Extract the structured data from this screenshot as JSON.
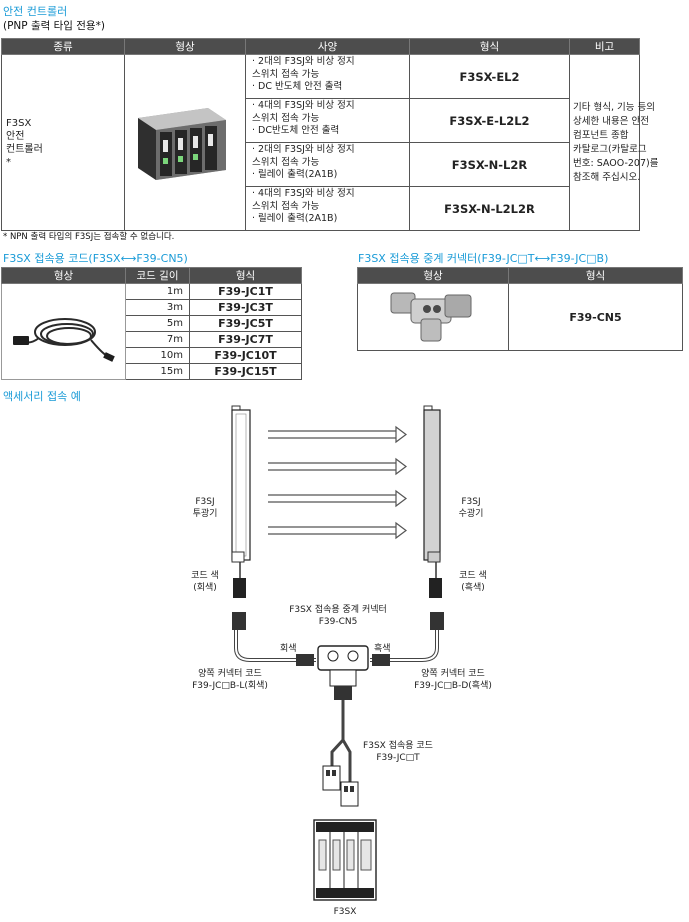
{
  "section1": {
    "title": "안전 컨트롤러",
    "subtitle": "(PNP 출력 타입 전용*)",
    "headers": [
      "종류",
      "형상",
      "사양",
      "형식",
      "비고"
    ],
    "type_lines": [
      "F3SX",
      "안전",
      "컨트롤러",
      "*"
    ],
    "rows": [
      {
        "spec": [
          "· 2대의 F3SJ와 비상 정지",
          "  스위치 접속 가능",
          "· DC 반도체 안전 출력"
        ],
        "model": "F3SX-EL2"
      },
      {
        "spec": [
          "· 4대의 F3SJ와 비상 정지",
          "  스위치 접속 가능",
          "· DC반도체 안전 출력"
        ],
        "model": "F3SX-E-L2L2"
      },
      {
        "spec": [
          "· 2대의 F3SJ와 비상 정지",
          "  스위치 접속 가능",
          "· 릴레이 출력(2A1B)"
        ],
        "model": "F3SX-N-L2R"
      },
      {
        "spec": [
          "· 4대의 F3SJ와 비상 정지",
          "  스위치 접속 가능",
          "· 릴레이 출력(2A1B)"
        ],
        "model": "F3SX-N-L2L2R"
      }
    ],
    "remark_lines": [
      "기타 형식, 기능 등의",
      "상세한 내용은 안전",
      "컴포넌트 종합",
      "카탈로그(카탈로그",
      "번호: SAOO-207)를",
      "참조해 주십시오."
    ],
    "footnote": "* NPN 출력 타입의 F3SJ는 접속할 수 없습니다."
  },
  "section2": {
    "title": "F3SX 접속용 코드(F3SX⟷F39-CN5)",
    "headers": [
      "형상",
      "코드 길이",
      "형식"
    ],
    "rows": [
      {
        "length": "1m",
        "model": "F39-JC1T"
      },
      {
        "length": "3m",
        "model": "F39-JC3T"
      },
      {
        "length": "5m",
        "model": "F39-JC5T"
      },
      {
        "length": "7m",
        "model": "F39-JC7T"
      },
      {
        "length": "10m",
        "model": "F39-JC10T"
      },
      {
        "length": "15m",
        "model": "F39-JC15T"
      }
    ]
  },
  "section3": {
    "title": "F3SX 접속용 중계 커넥터(F39-JC□T⟷F39-JC□B)",
    "headers": [
      "형상",
      "형식"
    ],
    "model": "F39-CN5"
  },
  "section4": {
    "title": "액세서리 접속 예",
    "emitter": [
      "F3SJ",
      "투광기"
    ],
    "receiver": [
      "F3SJ",
      "수광기"
    ],
    "cord_left": [
      "코드 색",
      "(회색)"
    ],
    "cord_right": [
      "코드 색",
      "(흑색)"
    ],
    "relay": [
      "F3SX 접속용 중계 커넥터",
      "F39-CN5"
    ],
    "gray": "회색",
    "black": "흑색",
    "cable_left": [
      "양쪽 커넥터 코드",
      "F39-JC□B-L(회색)"
    ],
    "cable_right": [
      "양쪽 커넥터 코드",
      "F39-JC□B-D(흑색)"
    ],
    "f3sx_cord": [
      "F3SX 접속용 코드",
      "F39-JC□T"
    ],
    "controller": "F3SX"
  }
}
